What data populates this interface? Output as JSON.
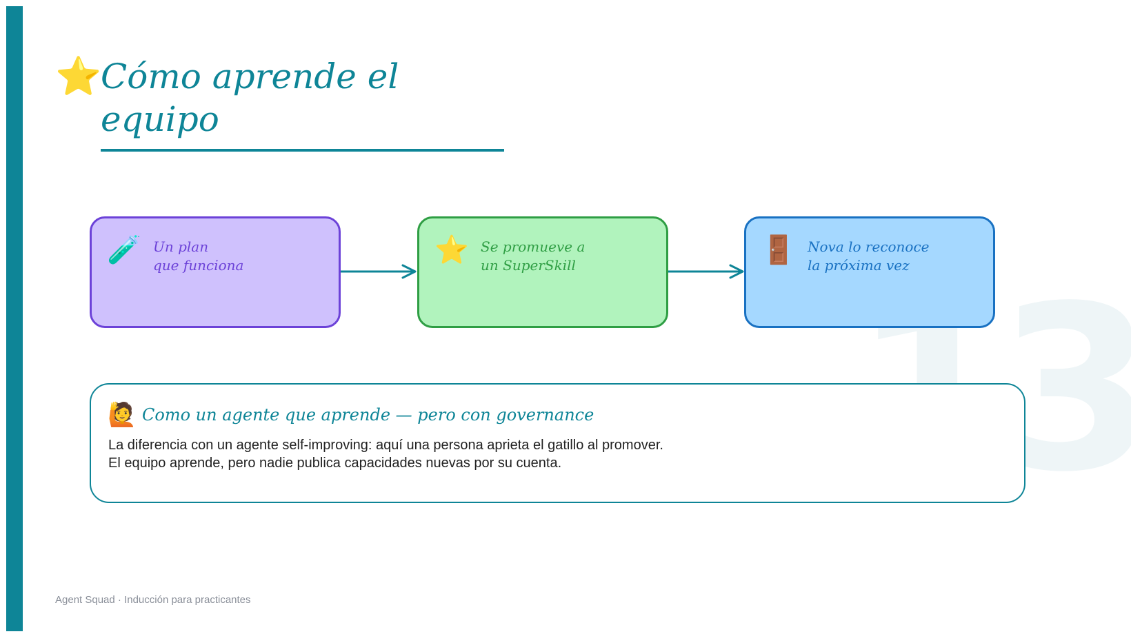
{
  "title": {
    "icon": "star-icon",
    "glyph": "⭐",
    "text": "Cómo aprende el equipo"
  },
  "watermark": "13",
  "flow": {
    "steps": [
      {
        "icon": "test-tube-icon",
        "glyph": "🧪",
        "line1": "Un plan",
        "line2": "que funciona",
        "fill": "#cfc1fd",
        "stroke": "#6c42d8"
      },
      {
        "icon": "star-icon",
        "glyph": "⭐",
        "line1": "Se promueve a",
        "line2": "un SuperSkill",
        "fill": "#b1f3bd",
        "stroke": "#2f9e44"
      },
      {
        "icon": "door-icon",
        "glyph": "🚪",
        "line1": "Nova lo reconoce",
        "line2": "la próxima vez",
        "fill": "#a5d8ff",
        "stroke": "#1971c2"
      }
    ],
    "arrow_color": "#0e8597"
  },
  "note": {
    "icon": "person-raising-hand-icon",
    "glyph": "🙋",
    "title": "Como un agente que aprende — pero con governance",
    "line1": "La diferencia con un agente self-improving: aquí una persona aprieta el gatillo al promover.",
    "line2": "El equipo aprende, pero nadie publica capacidades nuevas por su cuenta."
  },
  "footer": "Agent Squad · Inducción para practicantes",
  "colors": {
    "accent": "#0e8597"
  }
}
